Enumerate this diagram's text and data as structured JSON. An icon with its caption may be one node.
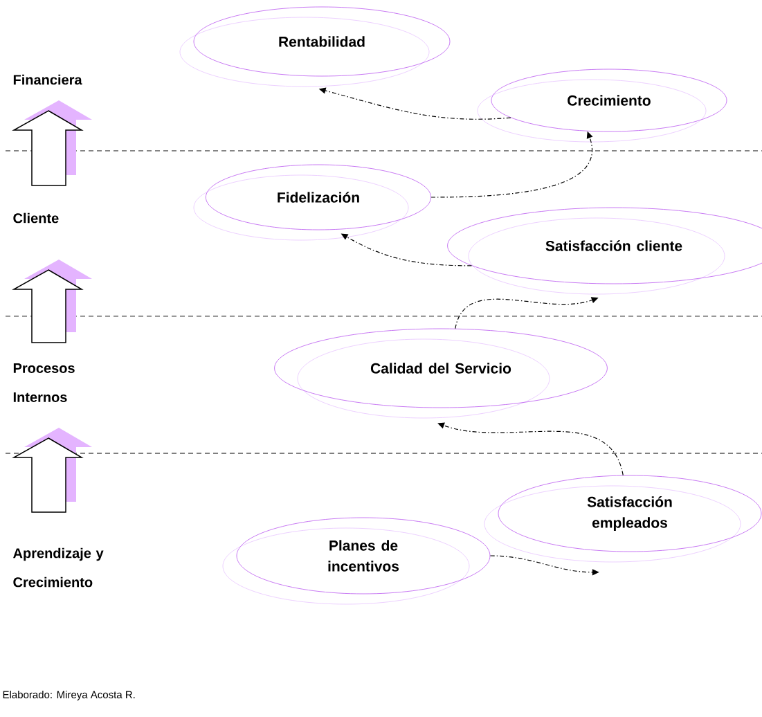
{
  "diagram": {
    "caption": "Elaborado: Mireya Acosta R.",
    "nodes": [
      {
        "text": [
          "Rentabilidad"
        ]
      },
      {
        "text": [
          "Crecimiento"
        ]
      },
      {
        "text": [
          "Fidelización"
        ]
      },
      {
        "text": [
          "Satisfacción cliente"
        ]
      },
      {
        "text": [
          "Calidad del Servicio"
        ]
      },
      {
        "text": [
          "Satisfacción empleados"
        ]
      },
      {
        "text": [
          "Planes de incentivos"
        ]
      }
    ],
    "edges": [
      {
        "from": 1,
        "to": 0,
        "arrow": "to"
      },
      {
        "from": 2,
        "to": 1,
        "arrow": "to"
      },
      {
        "from": 3,
        "to": 2,
        "arrow": "to"
      },
      {
        "from": 4,
        "to": 3,
        "arrow": "to"
      },
      {
        "from": 5,
        "to": 4,
        "arrow": "to"
      },
      {
        "from": 6,
        "to": 5,
        "arrow": "to"
      }
    ],
    "labels": [
      "Financiera",
      "Cliente",
      "Procesos Internos",
      "Aprendizaje y Crecimiento"
    ]
  }
}
